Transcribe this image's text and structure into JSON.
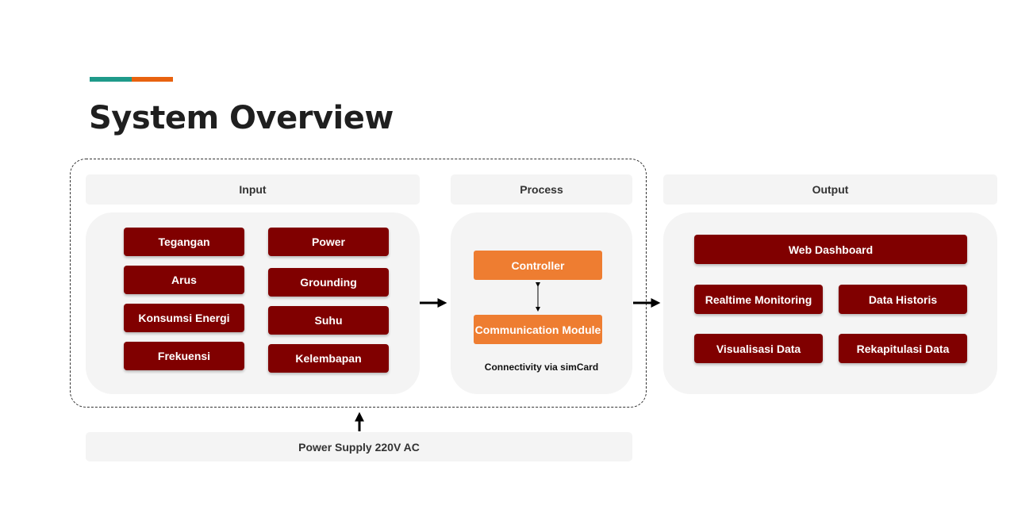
{
  "slide": {
    "title": "System Overview",
    "accent_colors": [
      "#1f9a8a",
      "#e8620f"
    ]
  },
  "input": {
    "header": "Input",
    "left_items": [
      "Tegangan",
      "Arus",
      "Konsumsi Energi",
      "Frekuensi"
    ],
    "right_items": [
      "Power",
      "Grounding",
      "Suhu",
      "Kelembapan"
    ]
  },
  "process": {
    "header": "Process",
    "controller": "Controller",
    "communication": "Communication Module",
    "connectivity": "Connectivity via simCard"
  },
  "output": {
    "header": "Output",
    "dashboard": "Web Dashboard",
    "items": [
      "Realtime Monitoring",
      "Data Historis",
      "Visualisasi Data",
      "Rekapitulasi Data"
    ]
  },
  "power_supply": "Power Supply 220V AC",
  "colors": {
    "box_red": "#800000",
    "box_orange": "#ee7d31",
    "panel_gray": "#f4f4f4"
  }
}
